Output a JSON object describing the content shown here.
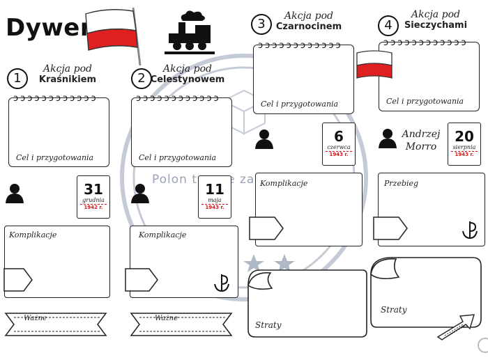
{
  "title": "Dywersja",
  "watermark": "PolonistycznezaBawy",
  "watermark_visible": "Polon   tyczne   zaBawy",
  "actions": [
    {
      "num": "1",
      "prefix": "Akcja pod",
      "place": "Kraśnikiem"
    },
    {
      "num": "2",
      "prefix": "Akcja pod",
      "place": "Celestynowem"
    },
    {
      "num": "3",
      "prefix": "Akcja pod",
      "place": "Czarnocinem"
    },
    {
      "num": "4",
      "prefix": "Akcja pod",
      "place": "Sieczychami"
    }
  ],
  "labels": {
    "cel": "Cel i przygotowania",
    "komplikacje": "Komplikacje",
    "przebieg": "Przebieg",
    "wazne": "Ważne",
    "straty": "Straty"
  },
  "dates": [
    {
      "day": "31",
      "month": "grudnia",
      "year": "1942 r."
    },
    {
      "day": "11",
      "month": "maja",
      "year": "1943 r."
    },
    {
      "day": "6",
      "month": "czerwca",
      "year": "1943 r."
    },
    {
      "day": "20",
      "month": "sierpnia",
      "year": "1943 r."
    }
  ],
  "person_name": "Andrzej Morro",
  "colors": {
    "flag_red": "#e02020",
    "year_red": "#d11111",
    "watermark": "#9aa3b5"
  }
}
